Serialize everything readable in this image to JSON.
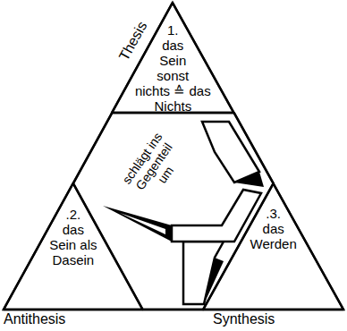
{
  "diagram": {
    "nodes": [
      {
        "text": [
          "1.",
          "das Sein sonst nichts ≙ das Nichts"
        ]
      },
      {
        "text": [
          "schlägt ins Gegenteil um"
        ]
      },
      {
        "text": [
          ".2.",
          "das Sein als Dasein"
        ]
      },
      {
        "text": [
          ".3.",
          "das Werden"
        ]
      }
    ],
    "labels": [
      "Thesis",
      "Antithesis",
      "Synthesis"
    ]
  }
}
